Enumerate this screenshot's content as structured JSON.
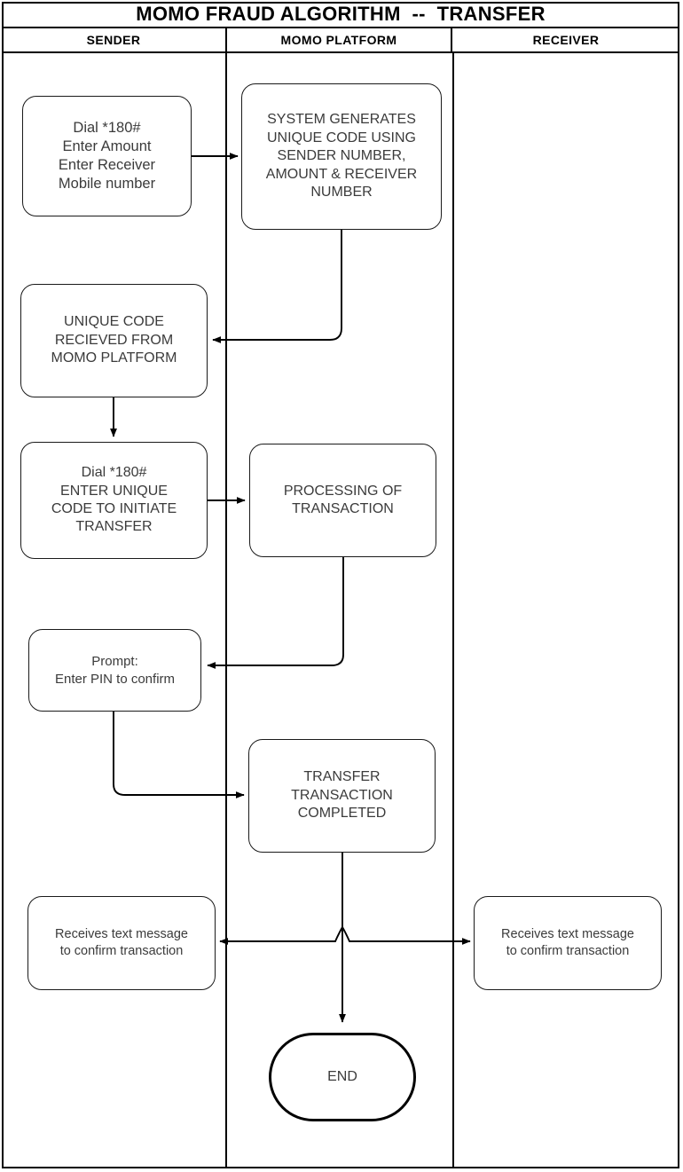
{
  "title": "MOMO FRAUD ALGORITHM  --  TRANSFER",
  "lanes": [
    {
      "id": "sender",
      "label": "SENDER"
    },
    {
      "id": "platform",
      "label": "MOMO PLATFORM"
    },
    {
      "id": "receiver",
      "label": "RECEIVER"
    }
  ],
  "nodes": {
    "sender_dial_start": "Dial *180#\nEnter Amount\nEnter Receiver\nMobile number",
    "platform_generate_code": "SYSTEM GENERATES\nUNIQUE CODE USING\nSENDER NUMBER,\nAMOUNT & RECEIVER\nNUMBER",
    "sender_code_received": "UNIQUE CODE\nRECIEVED FROM\nMOMO PLATFORM",
    "sender_dial_initiate": "Dial *180#\nENTER UNIQUE\nCODE TO INITIATE\nTRANSFER",
    "platform_processing": "PROCESSING OF\nTRANSACTION",
    "sender_pin_prompt": "Prompt:\nEnter PIN to confirm",
    "platform_completed": "TRANSFER\nTRANSACTION\nCOMPLETED",
    "sender_sms": "Receives text message\nto confirm transaction",
    "receiver_sms": "Receives text message\nto confirm transaction",
    "end_terminal": "END"
  },
  "chart_data": {
    "type": "diagram",
    "diagram_type": "swimlane-flowchart",
    "title": "MOMO FRAUD ALGORITHM  --  TRANSFER",
    "lanes": [
      "SENDER",
      "MOMO PLATFORM",
      "RECEIVER"
    ],
    "steps": [
      {
        "id": "sender_dial_start",
        "lane": "SENDER",
        "shape": "rounded-rect",
        "text": "Dial *180# Enter Amount Enter Receiver Mobile number"
      },
      {
        "id": "platform_generate_code",
        "lane": "MOMO PLATFORM",
        "shape": "rounded-rect",
        "text": "SYSTEM GENERATES UNIQUE CODE USING SENDER NUMBER, AMOUNT & RECEIVER NUMBER"
      },
      {
        "id": "sender_code_received",
        "lane": "SENDER",
        "shape": "rounded-rect",
        "text": "UNIQUE CODE RECIEVED FROM MOMO PLATFORM"
      },
      {
        "id": "sender_dial_initiate",
        "lane": "SENDER",
        "shape": "rounded-rect",
        "text": "Dial *180# ENTER UNIQUE CODE TO INITIATE TRANSFER"
      },
      {
        "id": "platform_processing",
        "lane": "MOMO PLATFORM",
        "shape": "rounded-rect",
        "text": "PROCESSING OF TRANSACTION"
      },
      {
        "id": "sender_pin_prompt",
        "lane": "SENDER",
        "shape": "rounded-rect",
        "text": "Prompt: Enter PIN to confirm"
      },
      {
        "id": "platform_completed",
        "lane": "MOMO PLATFORM",
        "shape": "rounded-rect",
        "text": "TRANSFER TRANSACTION COMPLETED"
      },
      {
        "id": "sender_sms",
        "lane": "SENDER",
        "shape": "rounded-rect",
        "text": "Receives text message to confirm transaction"
      },
      {
        "id": "receiver_sms",
        "lane": "RECEIVER",
        "shape": "rounded-rect",
        "text": "Receives text message to confirm transaction"
      },
      {
        "id": "end_terminal",
        "lane": "MOMO PLATFORM",
        "shape": "stadium",
        "text": "END"
      }
    ],
    "edges": [
      {
        "from": "sender_dial_start",
        "to": "platform_generate_code",
        "style": "orthogonal-arrow"
      },
      {
        "from": "platform_generate_code",
        "to": "sender_code_received",
        "style": "orthogonal-arrow"
      },
      {
        "from": "sender_code_received",
        "to": "sender_dial_initiate",
        "style": "straight-arrow"
      },
      {
        "from": "sender_dial_initiate",
        "to": "platform_processing",
        "style": "orthogonal-arrow"
      },
      {
        "from": "platform_processing",
        "to": "sender_pin_prompt",
        "style": "orthogonal-arrow"
      },
      {
        "from": "sender_pin_prompt",
        "to": "platform_completed",
        "style": "orthogonal-arrow"
      },
      {
        "from": "platform_completed",
        "to": "sender_sms",
        "style": "orthogonal-arrow"
      },
      {
        "from": "platform_completed",
        "to": "receiver_sms",
        "style": "orthogonal-arrow"
      },
      {
        "from": "platform_completed",
        "to": "end_terminal",
        "style": "straight-arrow"
      }
    ],
    "colors": {
      "stroke": "#000000",
      "fill": "#ffffff",
      "text": "#3b3b3b"
    }
  }
}
